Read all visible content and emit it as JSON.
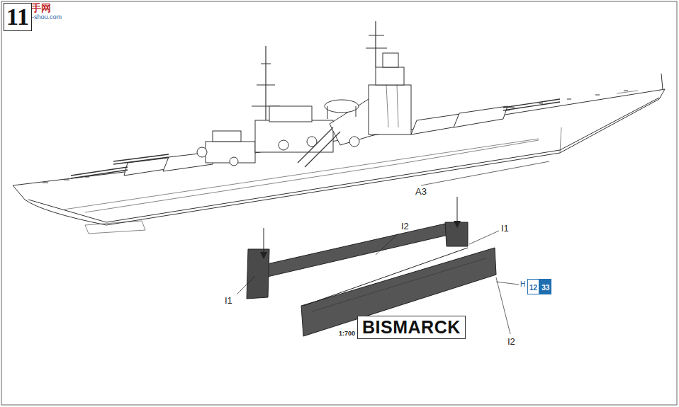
{
  "diagram": {
    "nodes": [
      {
        "text": [
          "11"
        ]
      },
      {
        "text": [
          "12"
        ]
      },
      {
        "text": [
          "33"
        ]
      },
      {
        "text": [
          "1:700",
          "BISMARCK"
        ]
      }
    ],
    "labels": [
      "高手网",
      "gao-shou.com",
      "A3",
      "I2",
      "I1",
      "I1",
      "I2",
      "H"
    ]
  }
}
